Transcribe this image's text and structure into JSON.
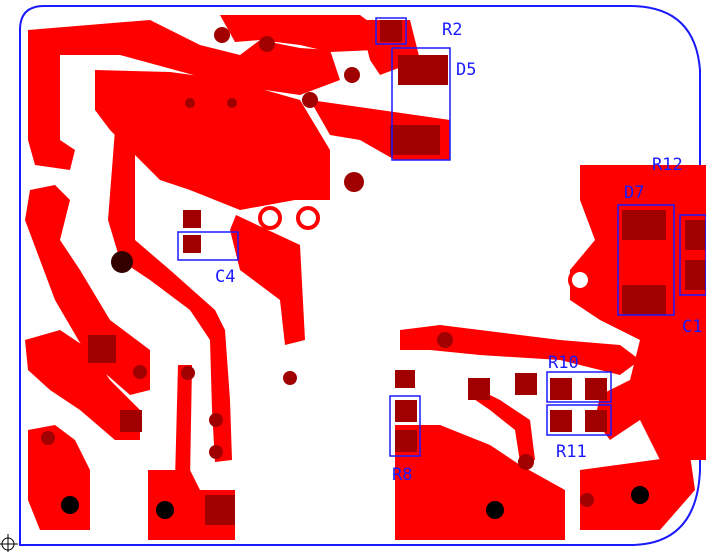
{
  "board": {
    "copper_color": "#ff0000",
    "pad_color": "#a00000",
    "outline_color": "#1a1aff",
    "silk_color": "#1a1aff",
    "background": "#ffffff"
  },
  "labels": {
    "r2": "R2",
    "d5": "D5",
    "c4": "C4",
    "r12": "R12",
    "d7": "D7",
    "c1": "C1",
    "r10": "R10",
    "r11": "R11",
    "r8": "R8"
  },
  "icons": {
    "origin_marker": "crosshair-icon"
  }
}
